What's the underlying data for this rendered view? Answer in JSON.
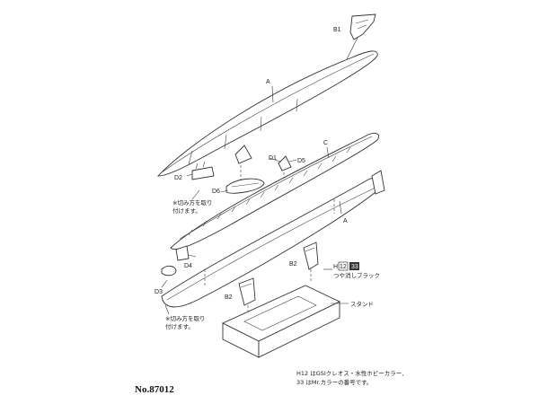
{
  "labels": {
    "part_b1": "B1",
    "part_a_top": "A",
    "part_c": "C",
    "part_d1": "D1",
    "part_d5": "D5",
    "part_d2": "D2",
    "part_d6": "D6",
    "part_a_lower": "A",
    "part_d4": "D4",
    "part_d3": "D3",
    "part_b2_right": "B2",
    "part_b2_left": "B2"
  },
  "notes": {
    "glue_note_1_line1": "※切み方を取り",
    "glue_note_1_line2": "付けます。",
    "glue_note_2_line1": "※切み方を取り",
    "glue_note_2_line2": "付けます。"
  },
  "paint": {
    "code_prefix": "H",
    "code_boxed": "12",
    "code_number": "33",
    "color_name": "つや消しブラック"
  },
  "stand_label": "スタンド",
  "footnotes": {
    "line1": "H12 はGSIクレオス・水性ホビーカラー、",
    "line2": "33 はMr.カラーの番号です。"
  },
  "model_number": "No.87012"
}
